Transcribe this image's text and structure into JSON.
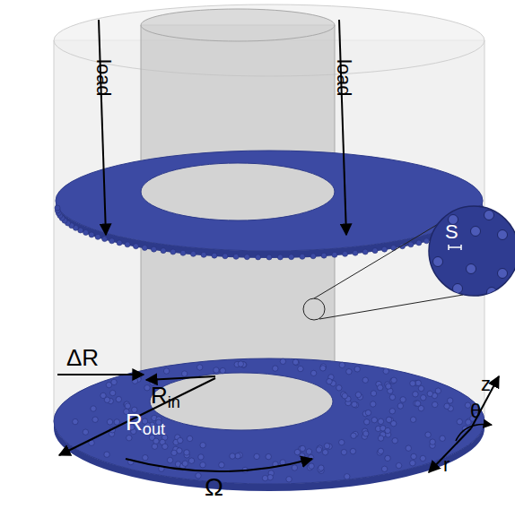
{
  "diagram": {
    "labels": [
      "load",
      "load",
      "ΔR",
      "Rin",
      "Rout",
      "Ω",
      "S",
      "z",
      "θ",
      "r"
    ]
  }
}
